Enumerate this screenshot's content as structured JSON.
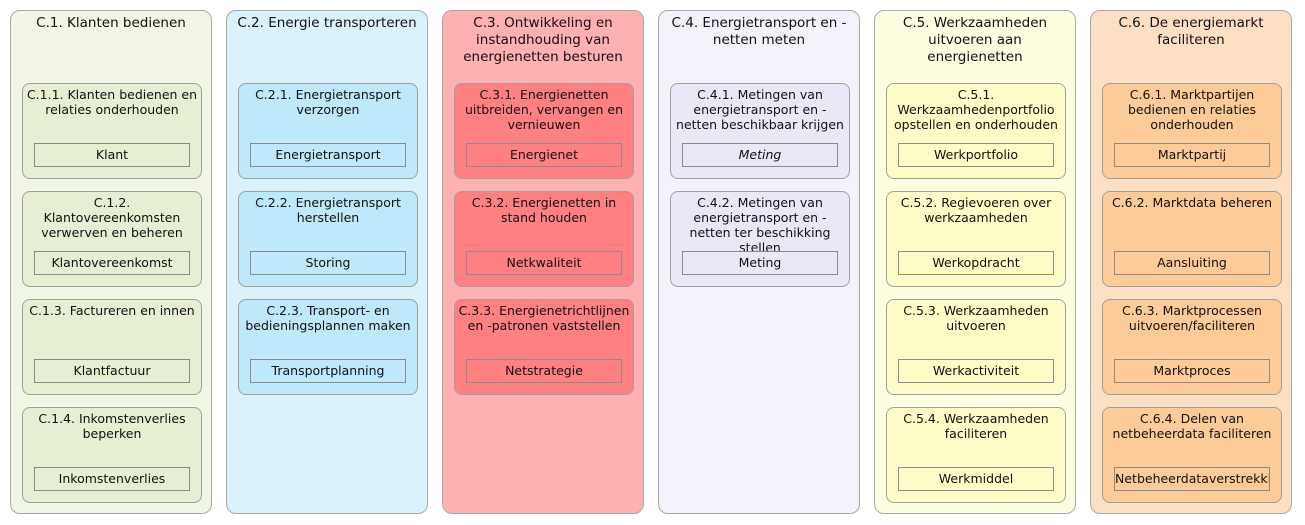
{
  "columns": [
    {
      "title": "C.1. Klanten bedienen",
      "colors": {
        "column": "#f0f5e6",
        "card": "#e4efd3",
        "object": "#e4efd3"
      },
      "cards": [
        {
          "title": "C.1.1. Klanten bedienen en relaties onderhouden",
          "object": "Klant"
        },
        {
          "title": "C.1.2. Klantovereenkomsten verwerven en beheren",
          "object": "Klantovereenkomst"
        },
        {
          "title": "C.1.3. Factureren en innen",
          "object": "Klantfactuur"
        },
        {
          "title": "C.1.4. Inkomstenverlies beperken",
          "object": "Inkomstenverlies"
        }
      ]
    },
    {
      "title": "C.2. Energie transporteren",
      "colors": {
        "column": "#daf2fb",
        "card": "#bde9fb",
        "object": "#bde9fb"
      },
      "cards": [
        {
          "title": "C.2.1. Energietransport verzorgen",
          "object": "Energietransport"
        },
        {
          "title": "C.2.2. Energietransport herstellen",
          "object": "Storing"
        },
        {
          "title": "C.2.3. Transport- en bedieningsplannen maken",
          "object": "Transportplanning"
        }
      ]
    },
    {
      "title": "C.3. Ontwikkeling en instandhouding van energienetten besturen",
      "colors": {
        "column": "#ffb0b0",
        "card": "#ff8080",
        "object": "#ff8080"
      },
      "cards": [
        {
          "title": "C.3.1. Energienetten uitbreiden, vervangen en vernieuwen",
          "object": "Energienet"
        },
        {
          "title": "C.3.2. Energienetten in stand houden",
          "object": "Netkwaliteit"
        },
        {
          "title": "C.3.3. Energienetrichtlijnen en -patronen vaststellen",
          "object": "Netstrategie"
        }
      ]
    },
    {
      "title": "C.4. Energietransport en -netten meten",
      "colors": {
        "column": "#f3f2fb",
        "card": "#eae8f7",
        "object": "#eae8f7"
      },
      "cards": [
        {
          "title": "C.4.1. Metingen van energietransport en -netten beschikbaar krijgen",
          "object": "Meting",
          "italic": true
        },
        {
          "title": "C.4.2. Metingen van energietransport en -netten ter beschikking stellen",
          "object": "Meting"
        }
      ]
    },
    {
      "title": "C.5. Werkzaamheden uitvoeren aan energienetten",
      "colors": {
        "column": "#fdfde0",
        "card": "#fdfcc6",
        "object": "#fdfcc6"
      },
      "cards": [
        {
          "title": "C.5.1. Werkzaamhedenportfolio opstellen en onderhouden",
          "object": "Werkportfolio"
        },
        {
          "title": "C.5.2. Regievoeren over werkzaamheden",
          "object": "Werkopdracht"
        },
        {
          "title": "C.5.3. Werkzaamheden uitvoeren",
          "object": "Werkactiviteit"
        },
        {
          "title": "C.5.4. Werkzaamheden faciliteren",
          "object": "Werkmiddel"
        }
      ]
    },
    {
      "title": "C.6. De energiemarkt faciliteren",
      "colors": {
        "column": "#fde0c3",
        "card": "#fdcb98",
        "object": "#fdcb98"
      },
      "cards": [
        {
          "title": "C.6.1. Marktpartijen bedienen en relaties onderhouden",
          "object": "Marktpartij"
        },
        {
          "title": "C.6.2. Marktdata beheren",
          "object": "Aansluiting"
        },
        {
          "title": "C.6.3. Marktprocessen uitvoeren/faciliteren",
          "object": "Marktproces"
        },
        {
          "title": "C.6.4. Delen van netbeheerdata faciliteren",
          "object": "Netbeheerdataverstrekki"
        }
      ]
    }
  ]
}
